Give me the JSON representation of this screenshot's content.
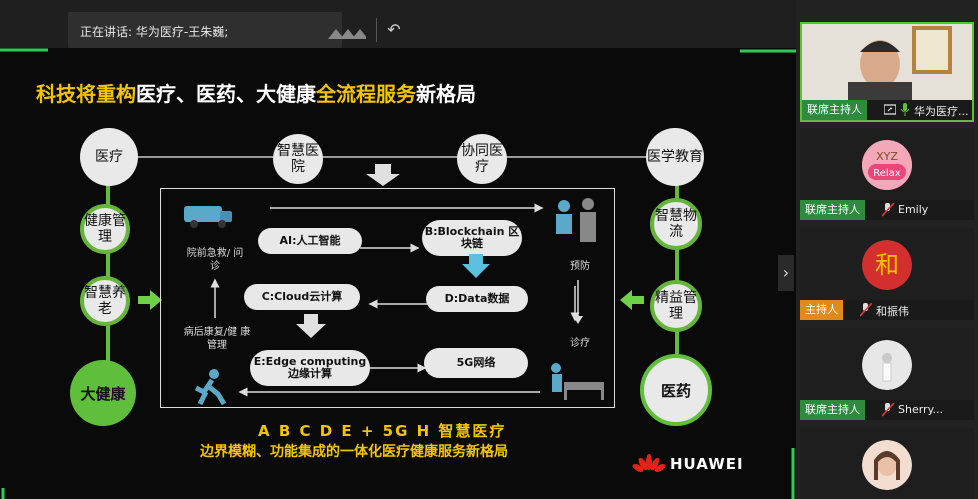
{
  "speaking_bar": {
    "label": "正在讲话: 华为医疗-王朱巍;"
  },
  "slide": {
    "title_parts": [
      "科技将重构",
      "医疗、医药、大健康",
      "全流程服务",
      "新格局"
    ],
    "top_nodes": [
      "医疗",
      "智慧医院",
      "协同医疗",
      "医学教育"
    ],
    "left_nodes": [
      "健康管理",
      "智慧养老",
      "大健康"
    ],
    "right_nodes": [
      "智慧物流",
      "精益管理",
      "医药"
    ],
    "clouds": {
      "ai": "AI:人工智能",
      "blockchain": "B:Blockchain 区块链",
      "cloud": "C:Cloud云计算",
      "data": "D:Data数据",
      "edge": "E:Edge computing 边缘计算",
      "fiveg": "5G网络"
    },
    "labels": {
      "prehospital": "院前急救/ 问诊",
      "rehab": "病后康复/健 康管理",
      "prevention": "预防",
      "treatment": "诊疗"
    },
    "bottom_line1": "A B C D E + 5G        H 智慧医疗",
    "bottom_line2": "边界模糊、功能集成的一体化医疗健康服务新格局",
    "brand": "HUAWEI"
  },
  "participants": [
    {
      "role": "联席主持人",
      "role_color": "#2e8b3e",
      "name": "华为医疗..."
    },
    {
      "role": "联席主持人",
      "role_color": "#2e8b3e",
      "name": "Emily"
    },
    {
      "role": "主持人",
      "role_color": "#e08a1c",
      "name": "和振伟"
    },
    {
      "role": "联席主持人",
      "role_color": "#2e8b3e",
      "name": "Sherry..."
    }
  ],
  "colors": {
    "accent_yellow": "#f5c400",
    "green": "#5fbf3a",
    "host_green": "#2e8b3e",
    "host_orange": "#e08a1c"
  }
}
